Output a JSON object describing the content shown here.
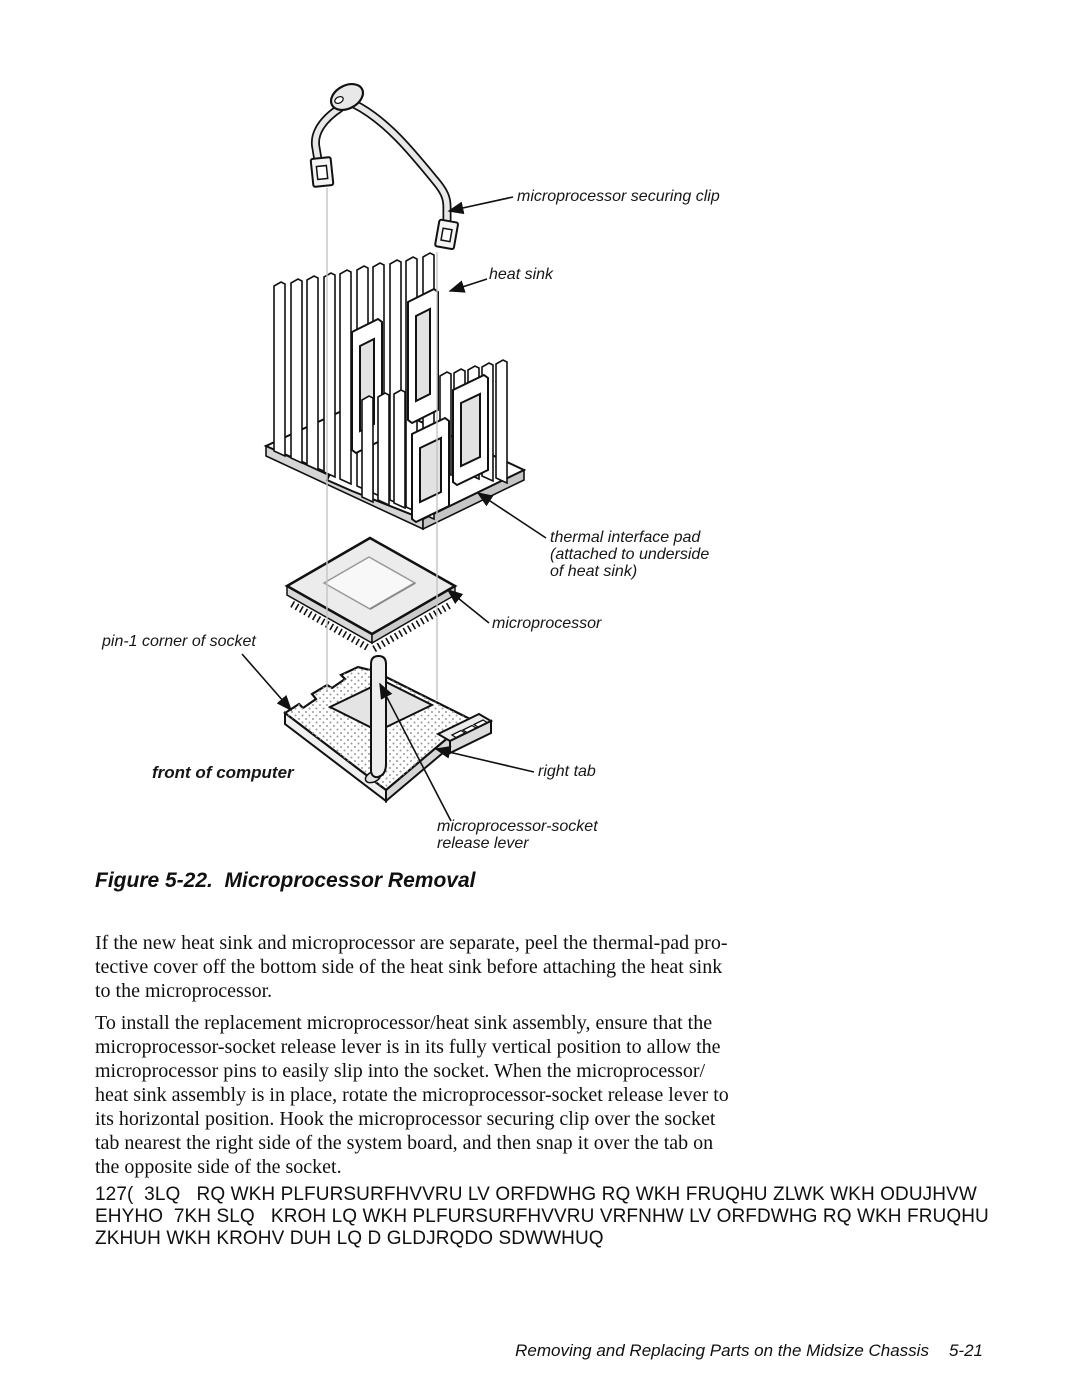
{
  "figure": {
    "caption": "Figure 5-22.  Microprocessor Removal",
    "labels": {
      "securing_clip": "microprocessor securing clip",
      "heat_sink": "heat sink",
      "thermal_pad": "thermal interface pad\n(attached to underside\nof heat sink)",
      "microprocessor": "microprocessor",
      "pin1_corner": "pin-1 corner of socket",
      "front_of_computer": "front of computer",
      "right_tab": "right tab",
      "release_lever": "microprocessor-socket\nrelease lever"
    }
  },
  "body": {
    "para1": "If the new heat sink and microprocessor are separate, peel the thermal-pad pro-\ntective cover off the bottom side of the heat sink before attaching the heat sink\nto the microprocessor.",
    "para2": "To install the replacement microprocessor/heat sink assembly, ensure that the\nmicroprocessor-socket release lever is in its fully vertical position to allow the\nmicroprocessor pins to easily slip into the socket. When the microprocessor/\nheat sink assembly is in place, rotate the microprocessor-socket release lever to\nits horizontal position. Hook the microprocessor securing clip over the socket\ntab nearest the right side of the system board, and then snap it over the tab on\nthe opposite side of the socket.",
    "note": "127(  3LQ   RQ WKH PLFURSURFHVVRU LV ORFDWHG RQ WKH FRUQHU ZLWK WKH ODUJHVW\nEHYHO  7KH SLQ   KROH LQ WKH PLFURSURFHVVRU VRFNHW LV ORFDWHG RQ WKH FRUQHU\nZKHUH WKH KROHV DUH LQ D GLDJRQDO SDWWHUQ"
  },
  "footer": {
    "text": "Removing and Replacing Parts on the Midsize Chassis",
    "page_number": "5-21"
  },
  "colors": {
    "ink": "#111111",
    "light_shade": "#ececec",
    "mid_shade": "#d6d6d6",
    "guide_line": "#c4c4c4"
  }
}
